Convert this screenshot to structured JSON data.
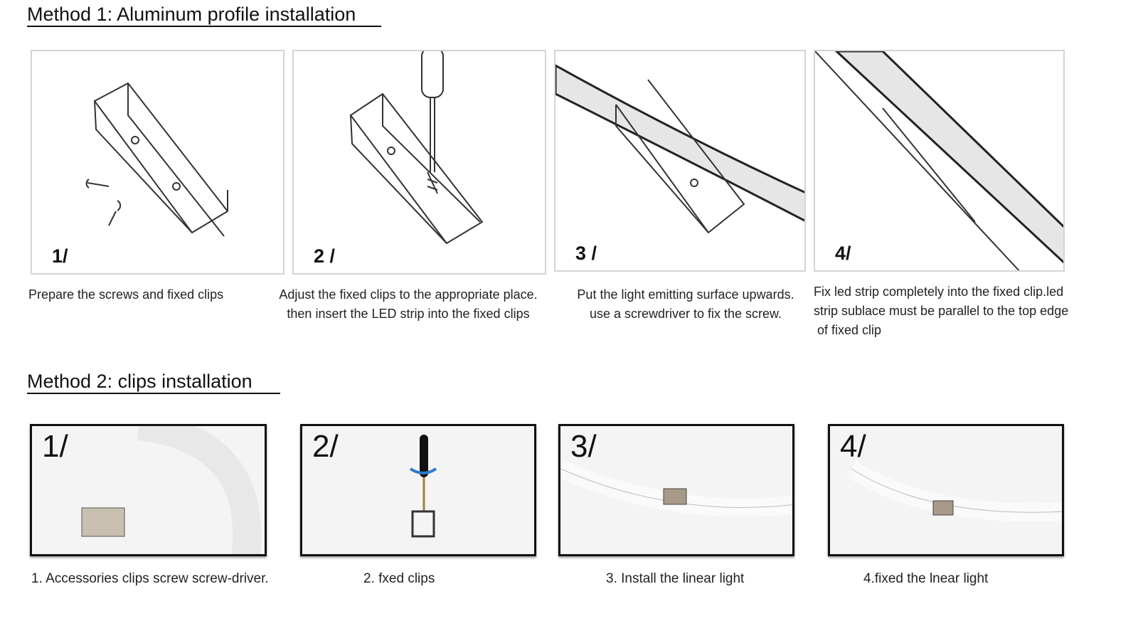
{
  "method1": {
    "title": "Method 1: Aluminum profile installation",
    "steps": [
      {
        "num": "1/",
        "caption": [
          "Prepare the screws and fixed clips"
        ]
      },
      {
        "num": "2 /",
        "caption": [
          "Adjust the fixed clips to the appropriate place.",
          "then insert the LED strip into the fixed clips"
        ]
      },
      {
        "num": "3 /",
        "caption": [
          "Put the light emitting surface upwards.",
          "use a screwdriver to fix the screw."
        ]
      },
      {
        "num": "4/",
        "caption": [
          "Fix led strip completely into the fixed clip.led",
          "strip sublace must be parallel to the top edge",
          " of fixed clip"
        ]
      }
    ]
  },
  "method2": {
    "title": "Method 2: clips installation",
    "steps": [
      {
        "num": "1/",
        "caption": "1. Accessories clips screw screw-driver."
      },
      {
        "num": "2/",
        "caption": "2. fxed clips"
      },
      {
        "num": "3/",
        "caption": "3. Install the linear light"
      },
      {
        "num": "4/",
        "caption": "4.fixed the lnear light"
      }
    ]
  }
}
